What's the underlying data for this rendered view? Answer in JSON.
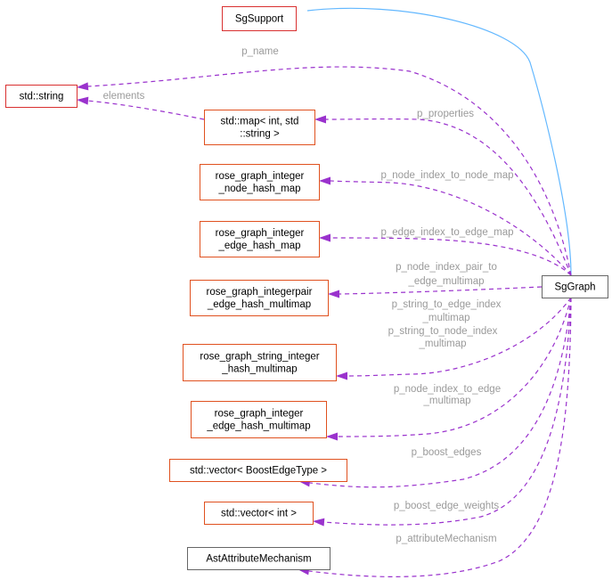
{
  "nodes": [
    {
      "id": "sgsupport",
      "lines": [
        "SgSupport"
      ],
      "border": "#d93030",
      "fill": "#fff0f0"
    },
    {
      "id": "stdstring",
      "lines": [
        "std::string"
      ],
      "border": "#d93030",
      "fill": "#fff0f0"
    },
    {
      "id": "stdmap",
      "lines": [
        "std::map< int, std",
        "::string >"
      ],
      "border": "#e0511f",
      "fill": "#ffffff"
    },
    {
      "id": "rgi_node_hash_map",
      "lines": [
        "rose_graph_integer",
        "_node_hash_map"
      ],
      "border": "#e0511f",
      "fill": "#ffffff"
    },
    {
      "id": "rgi_edge_hash_map",
      "lines": [
        "rose_graph_integer",
        "_edge_hash_map"
      ],
      "border": "#e0511f",
      "fill": "#ffffff"
    },
    {
      "id": "rgip_edge_hash_multimap",
      "lines": [
        "rose_graph_integerpair",
        "_edge_hash_multimap"
      ],
      "border": "#e0511f",
      "fill": "#ffffff"
    },
    {
      "id": "rgsi_hash_multimap",
      "lines": [
        "rose_graph_string_integer",
        "_hash_multimap"
      ],
      "border": "#e0511f",
      "fill": "#ffffff"
    },
    {
      "id": "rgi_edge_hash_multimap",
      "lines": [
        "rose_graph_integer",
        "_edge_hash_multimap"
      ],
      "border": "#e0511f",
      "fill": "#ffffff"
    },
    {
      "id": "vec_boostedge",
      "lines": [
        "std::vector< BoostEdgeType >"
      ],
      "border": "#e0511f",
      "fill": "#ffffff"
    },
    {
      "id": "vec_int",
      "lines": [
        "std::vector< int >"
      ],
      "border": "#e0511f",
      "fill": "#ffffff"
    },
    {
      "id": "astattr",
      "lines": [
        "AstAttributeMechanism"
      ],
      "border": "#666666",
      "fill": "#ffffff"
    },
    {
      "id": "sggraph",
      "lines": [
        "SgGraph"
      ],
      "border": "#666666",
      "fill": "#bfbfbf"
    }
  ],
  "edges": [
    {
      "id": "inherit_sgsupport",
      "kind": "inheritance",
      "color": "#63b8ff",
      "labels": []
    },
    {
      "id": "p_name",
      "kind": "usage",
      "color": "#9a32cd",
      "labels": [
        "p_name"
      ]
    },
    {
      "id": "elements",
      "kind": "usage",
      "color": "#9a32cd",
      "labels": [
        "elements"
      ]
    },
    {
      "id": "p_properties",
      "kind": "usage",
      "color": "#9a32cd",
      "labels": [
        "p_properties"
      ]
    },
    {
      "id": "p_node_index_to_node_map",
      "kind": "usage",
      "color": "#9a32cd",
      "labels": [
        "p_node_index_to_node_map"
      ]
    },
    {
      "id": "p_edge_index_to_edge_map",
      "kind": "usage",
      "color": "#9a32cd",
      "labels": [
        "p_edge_index_to_edge_map"
      ]
    },
    {
      "id": "p_node_index_pair_to_edge_multimap",
      "kind": "usage",
      "color": "#9a32cd",
      "labels": [
        "p_node_index_pair_to",
        "_edge_multimap"
      ]
    },
    {
      "id": "p_string_to_index_multimaps",
      "kind": "usage",
      "color": "#9a32cd",
      "labels": [
        "p_string_to_edge_index",
        "_multimap",
        "p_string_to_node_index",
        "_multimap"
      ]
    },
    {
      "id": "p_node_index_to_edge_multimap",
      "kind": "usage",
      "color": "#9a32cd",
      "labels": [
        "p_node_index_to_edge",
        "_multimap"
      ]
    },
    {
      "id": "p_boost_edges",
      "kind": "usage",
      "color": "#9a32cd",
      "labels": [
        "p_boost_edges"
      ]
    },
    {
      "id": "p_boost_edge_weights",
      "kind": "usage",
      "color": "#9a32cd",
      "labels": [
        "p_boost_edge_weights"
      ]
    },
    {
      "id": "p_attributeMechanism",
      "kind": "usage",
      "color": "#9a32cd",
      "labels": [
        "p_attributeMechanism"
      ]
    }
  ]
}
